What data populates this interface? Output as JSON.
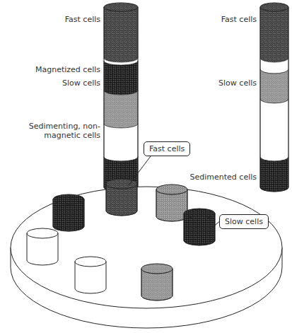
{
  "diagram": {
    "nodes": [
      {
        "text": [
          "Fast cells"
        ]
      },
      {
        "text": [
          "Slow cells"
        ]
      }
    ],
    "labels": [
      "Fast cells",
      "Magnetized cells",
      "Slow cells",
      "Sedimenting, non-magnetic cells",
      "Fast cells",
      "Slow cells",
      "Sedimented cells"
    ]
  }
}
